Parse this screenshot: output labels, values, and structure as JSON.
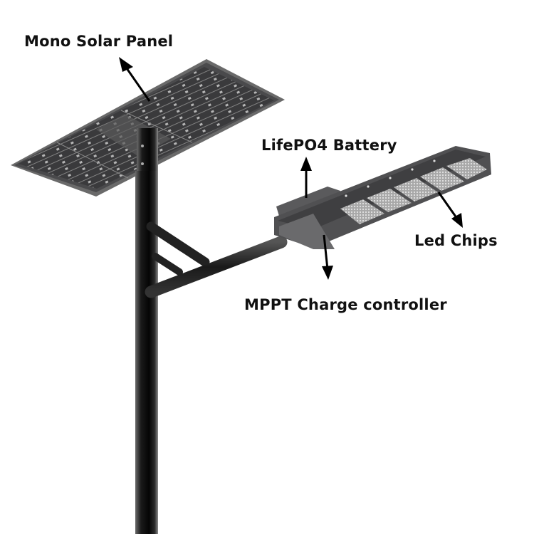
{
  "diagram": {
    "subject": "Solar street light",
    "labels": [
      {
        "id": "solar-panel",
        "text": "Mono Solar Panel"
      },
      {
        "id": "battery",
        "text": "LifePO4 Battery"
      },
      {
        "id": "led-chips",
        "text": "Led Chips"
      },
      {
        "id": "controller",
        "text": "MPPT Charge controller"
      }
    ]
  },
  "colors": {
    "background": "#ffffff",
    "text": "#111111",
    "pole": "#1a1a1a",
    "panel_frame": "#5a5a5a",
    "panel_cell": "#3a3a3c",
    "lamp_body": "#4a4a4c",
    "led_module": "#c9c9c9"
  }
}
